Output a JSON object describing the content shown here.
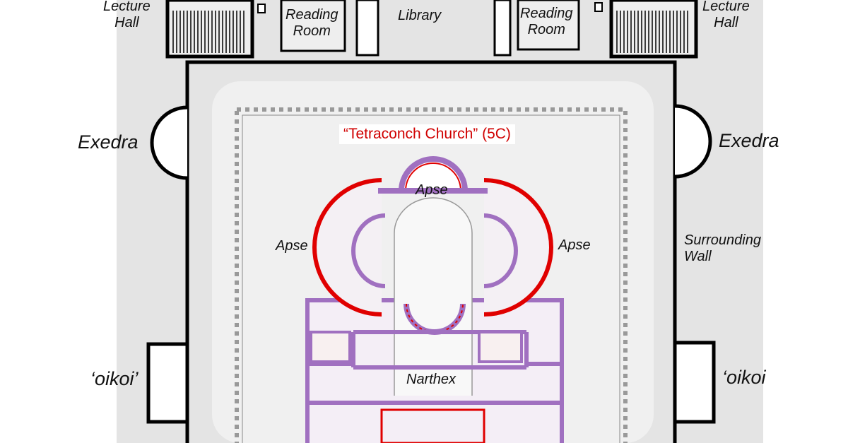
{
  "title": "“Tetraconch Church” (5C)",
  "labels": {
    "lecture_hall_left": "Lecture\nHall",
    "lecture_hall_right": "Lecture\nHall",
    "reading_room_left": "Reading\nRoom",
    "reading_room_right": "Reading\nRoom",
    "library": "Library",
    "exedra_left": "Exedra",
    "exedra_right": "Exedra",
    "apse_top": "Apse",
    "apse_left": "Apse",
    "apse_right": "Apse",
    "surrounding_wall": "Surrounding\nWall",
    "oikoi_left": "‘oikoi’",
    "oikoi_right": "‘oikoi",
    "narthex": "Narthex"
  },
  "colors": {
    "church": "#e00000",
    "overlay": "#a070c0",
    "ground": "#e4e4e4"
  }
}
